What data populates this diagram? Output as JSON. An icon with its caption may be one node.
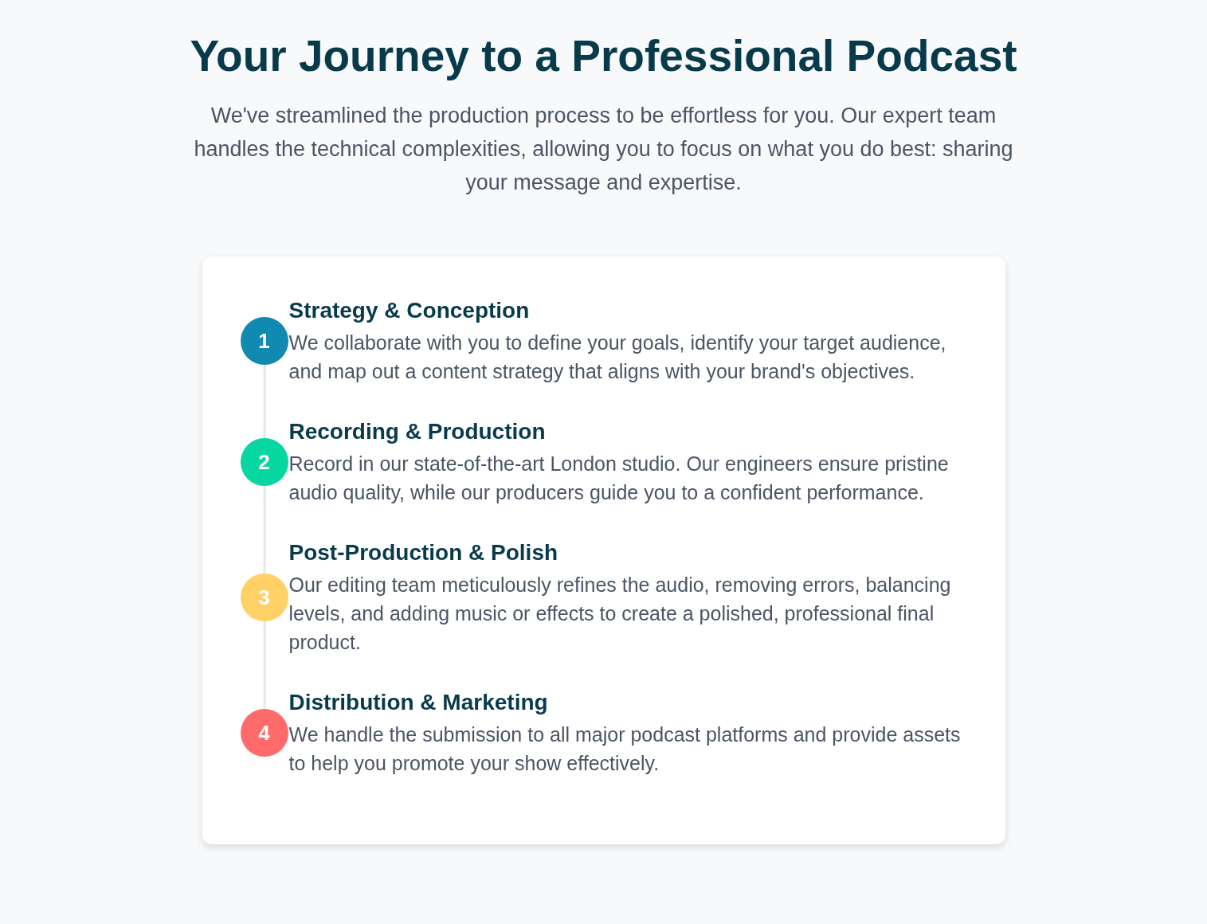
{
  "diagram": {
    "title": "Your Journey to a Professional Podcast",
    "caption": "We've streamlined the production process to be effortless for you. Our expert team handles the technical complexities, allowing you to focus on what you do best: sharing your message and expertise.",
    "nodes": [
      {
        "text": [],
        "shape": "box"
      },
      {
        "text": [
          "1"
        ],
        "in": 0,
        "beside": [
          "Strategy & Conception",
          "We collaborate with you to define your goals, identify your target audience, and map out a content strategy that aligns with your brand's objectives."
        ]
      },
      {
        "text": [
          "2"
        ],
        "in": 0,
        "beside": [
          "Recording & Production",
          "Record in our state-of-the-art London studio. Our engineers ensure pristine audio quality, while our producers guide you to a confident performance."
        ]
      },
      {
        "text": [
          "3"
        ],
        "in": 0,
        "beside": [
          "Post-Production & Polish",
          "Our editing team meticulously refines the audio, removing errors, balancing levels, and adding music or effects to create a polished, professional final product."
        ]
      },
      {
        "text": [
          "4"
        ],
        "in": 0,
        "beside": [
          "Distribution & Marketing",
          "We handle the submission to all major podcast platforms and provide assets to help you promote your show effectively."
        ]
      }
    ],
    "edges": [
      {
        "from": 1,
        "to": 2,
        "arrow": "none"
      },
      {
        "from": 2,
        "to": 3,
        "arrow": "none"
      },
      {
        "from": 3,
        "to": 4,
        "arrow": "none"
      }
    ]
  }
}
